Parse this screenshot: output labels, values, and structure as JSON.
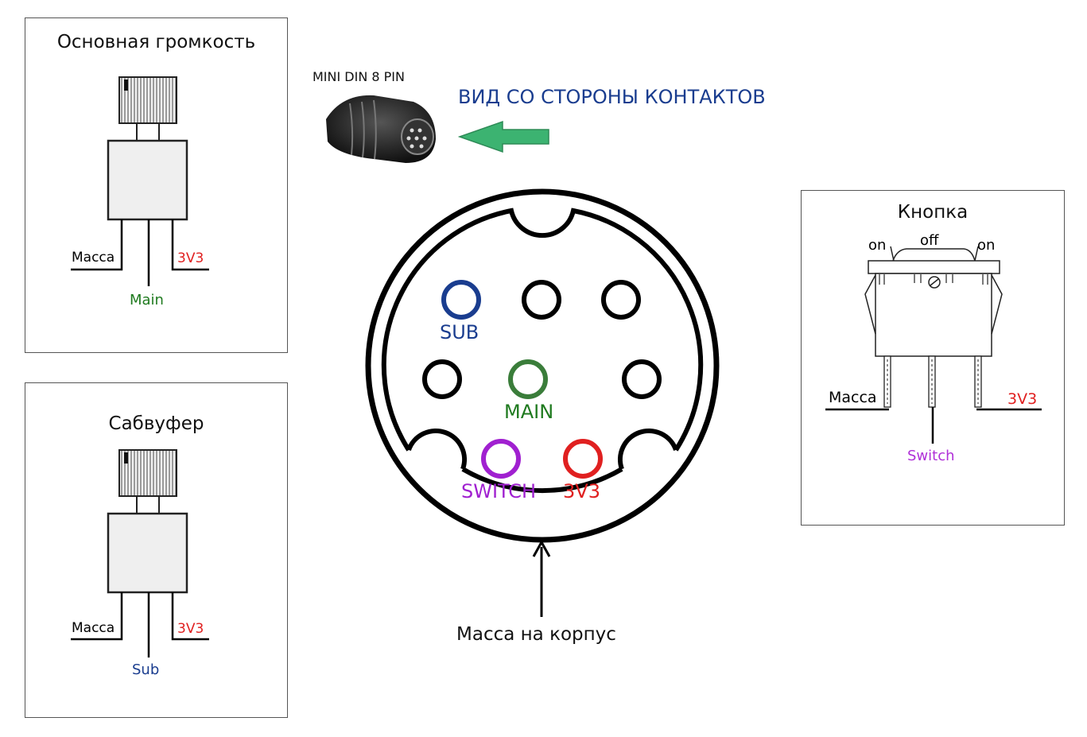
{
  "colors": {
    "black": "#000000",
    "green": "#1f7a1f",
    "blue": "#1a3d8f",
    "purple": "#a020d0",
    "red": "#e02020",
    "arrow_green": "#3cb371",
    "title_blue": "#1a3d8f"
  },
  "header": {
    "connector_label": "MINI DIN 8 PIN",
    "view_label": "ВИД СО СТОРОНЫ КОНТАКТОВ"
  },
  "main_volume": {
    "title": "Основная громкость",
    "left_label": "Масса",
    "right_label": "3V3",
    "center_label": "Main"
  },
  "subwoofer": {
    "title": "Сабвуфер",
    "left_label": "Масса",
    "right_label": "3V3",
    "center_label": "Sub"
  },
  "button": {
    "title": "Кнопка",
    "on_left": "on",
    "off": "off",
    "on_right": "on",
    "left_label": "Масса",
    "right_label": "3V3",
    "center_label": "Switch"
  },
  "connector": {
    "pins": {
      "sub": "SUB",
      "main": "MAIN",
      "switch": "SWITCH",
      "v33": "3V3"
    },
    "ground_label": "Масса на корпус"
  }
}
